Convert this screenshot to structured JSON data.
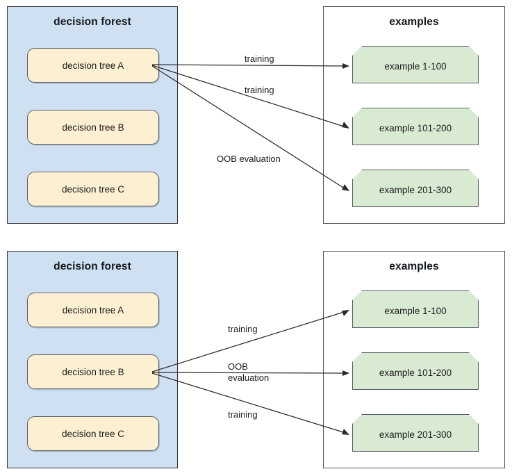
{
  "diagrams": [
    {
      "id": "top",
      "forest": {
        "title": "decision forest",
        "trees": [
          {
            "label": "decision tree A"
          },
          {
            "label": "decision tree B"
          },
          {
            "label": "decision tree C"
          }
        ]
      },
      "examples": {
        "title": "examples",
        "items": [
          {
            "label": "example 1-100"
          },
          {
            "label": "example 101-200"
          },
          {
            "label": "example 201-300"
          }
        ]
      },
      "edges": [
        {
          "label": "training",
          "from": "decision tree A",
          "to": "example 1-100"
        },
        {
          "label": "training",
          "from": "decision tree A",
          "to": "example 101-200"
        },
        {
          "label": "OOB evaluation",
          "from": "decision tree A",
          "to": "example 201-300"
        }
      ]
    },
    {
      "id": "bottom",
      "forest": {
        "title": "decision forest",
        "trees": [
          {
            "label": "decision tree A"
          },
          {
            "label": "decision tree B"
          },
          {
            "label": "decision tree C"
          }
        ]
      },
      "examples": {
        "title": "examples",
        "items": [
          {
            "label": "example 1-100"
          },
          {
            "label": "example 101-200"
          },
          {
            "label": "example 201-300"
          }
        ]
      },
      "edges": [
        {
          "label": "training",
          "from": "decision tree B",
          "to": "example 1-100"
        },
        {
          "label": "OOB\nevaluation",
          "from": "decision tree B",
          "to": "example 101-200"
        },
        {
          "label": "training",
          "from": "decision tree B",
          "to": "example 201-300"
        }
      ]
    }
  ],
  "colors": {
    "forest_panel_fill": "#cfe0f2",
    "tree_node_fill": "#fdf0d2",
    "example_node_fill": "#d9ead3",
    "panel_border": "#30353b",
    "arrow": "#2b2b2b",
    "text": "#1a1a1a",
    "background": "#ffffff"
  }
}
